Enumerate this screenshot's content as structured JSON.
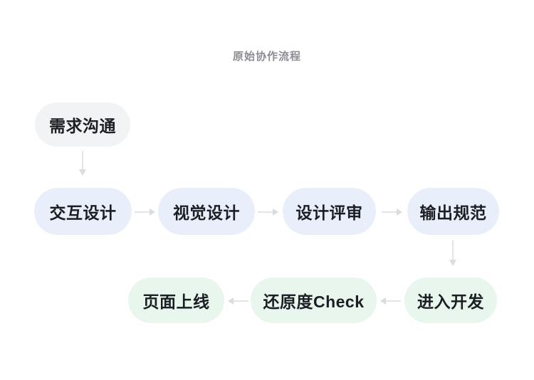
{
  "title": "原始协作流程",
  "palette": {
    "background": "#ffffff",
    "title_text": "#8a8d92",
    "node_text": "#1b1e23",
    "arrow": "#d9dce0",
    "gray_node": "#f2f3f5",
    "blue_node": "#e8effa",
    "green_node": "#e8f6ee"
  },
  "flow": {
    "nodes": [
      {
        "label": "需求沟通",
        "stage": "requirements",
        "color": "gray"
      },
      {
        "label": "交互设计",
        "stage": "interaction-design",
        "color": "blue"
      },
      {
        "label": "视觉设计",
        "stage": "visual-design",
        "color": "blue"
      },
      {
        "label": "设计评审",
        "stage": "design-review",
        "color": "blue"
      },
      {
        "label": "输出规范",
        "stage": "output-spec",
        "color": "blue"
      },
      {
        "label": "进入开发",
        "stage": "development",
        "color": "green"
      },
      {
        "label": "还原度Check",
        "stage": "fidelity-check",
        "color": "green"
      },
      {
        "label": "页面上线",
        "stage": "launch",
        "color": "green"
      }
    ],
    "connections": [
      "需求沟通→交互设计",
      "交互设计→视觉设计",
      "视觉设计→设计评审",
      "设计评审→输出规范",
      "输出规范→进入开发",
      "进入开发→还原度Check",
      "还原度Check→页面上线"
    ]
  }
}
